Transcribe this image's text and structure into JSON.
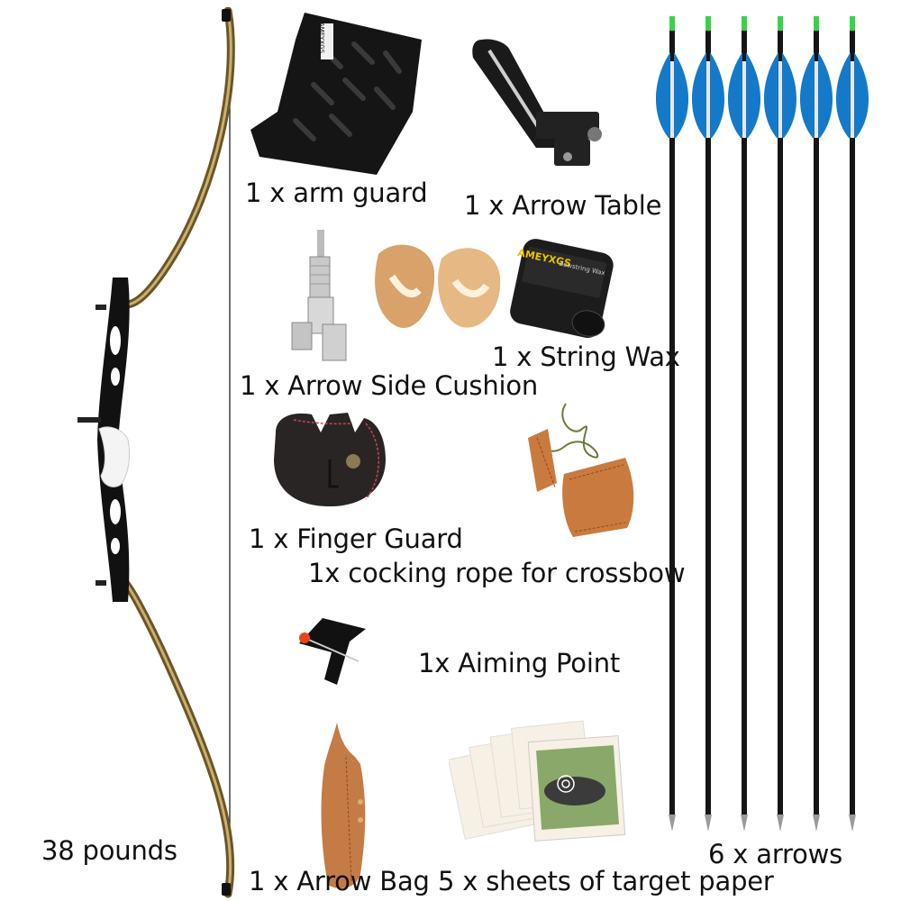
{
  "labels": {
    "arm_guard": "1 x arm guard",
    "arrow_table": "1 x Arrow Table",
    "string_wax": "1 x String Wax",
    "side_cushion": "1 x Arrow Side Cushion",
    "finger_guard": "1 x Finger Guard",
    "cocking_rope": "1x cocking rope for crossbow",
    "aiming_point": "1x Aiming Point",
    "bow_weight": "38 pounds",
    "arrow_bag": "1 x Arrow Bag",
    "target_paper": "5 x sheets of target paper",
    "arrows": "6 x arrows"
  },
  "wax_brand": "AMEYXGS",
  "wax_subtitle": "Bowstring Wax",
  "arm_guard_brand": "AMEYXGS",
  "colors": {
    "bow_limb": "#7a6430",
    "riser": "#111111",
    "grip": "#f2f2f2",
    "fletching": "#1479c8",
    "nock": "#39d24a",
    "leather": "#c97a3f"
  }
}
